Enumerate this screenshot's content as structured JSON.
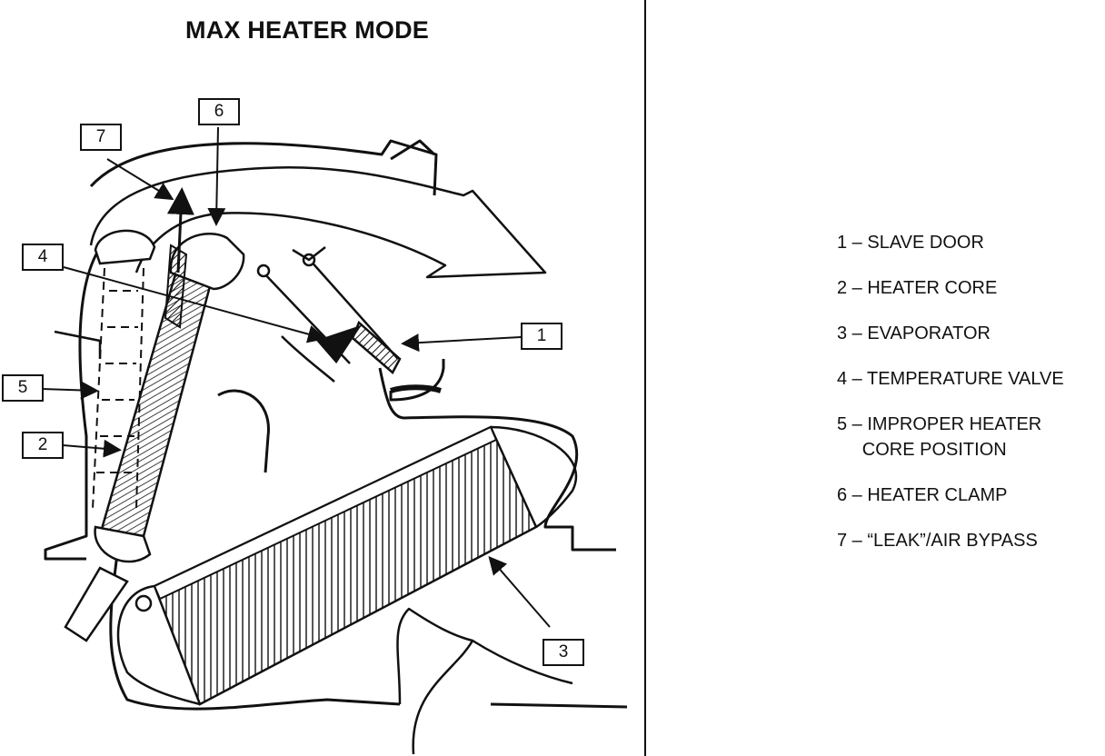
{
  "diagram": {
    "title": "MAX HEATER MODE",
    "callouts": [
      {
        "id": "callout-1",
        "label": "1"
      },
      {
        "id": "callout-2",
        "label": "2"
      },
      {
        "id": "callout-3",
        "label": "3"
      },
      {
        "id": "callout-4",
        "label": "4"
      },
      {
        "id": "callout-5",
        "label": "5"
      },
      {
        "id": "callout-6",
        "label": "6"
      },
      {
        "id": "callout-7",
        "label": "7"
      }
    ],
    "legend": [
      "1 – SLAVE DOOR",
      "2 – HEATER CORE",
      "3 – EVAPORATOR",
      "4 – TEMPERATURE VALVE",
      "5 – IMPROPER HEATER",
      "     CORE POSITION",
      "6 – HEATER CLAMP",
      "7 – “LEAK”/AIR BYPASS"
    ]
  }
}
